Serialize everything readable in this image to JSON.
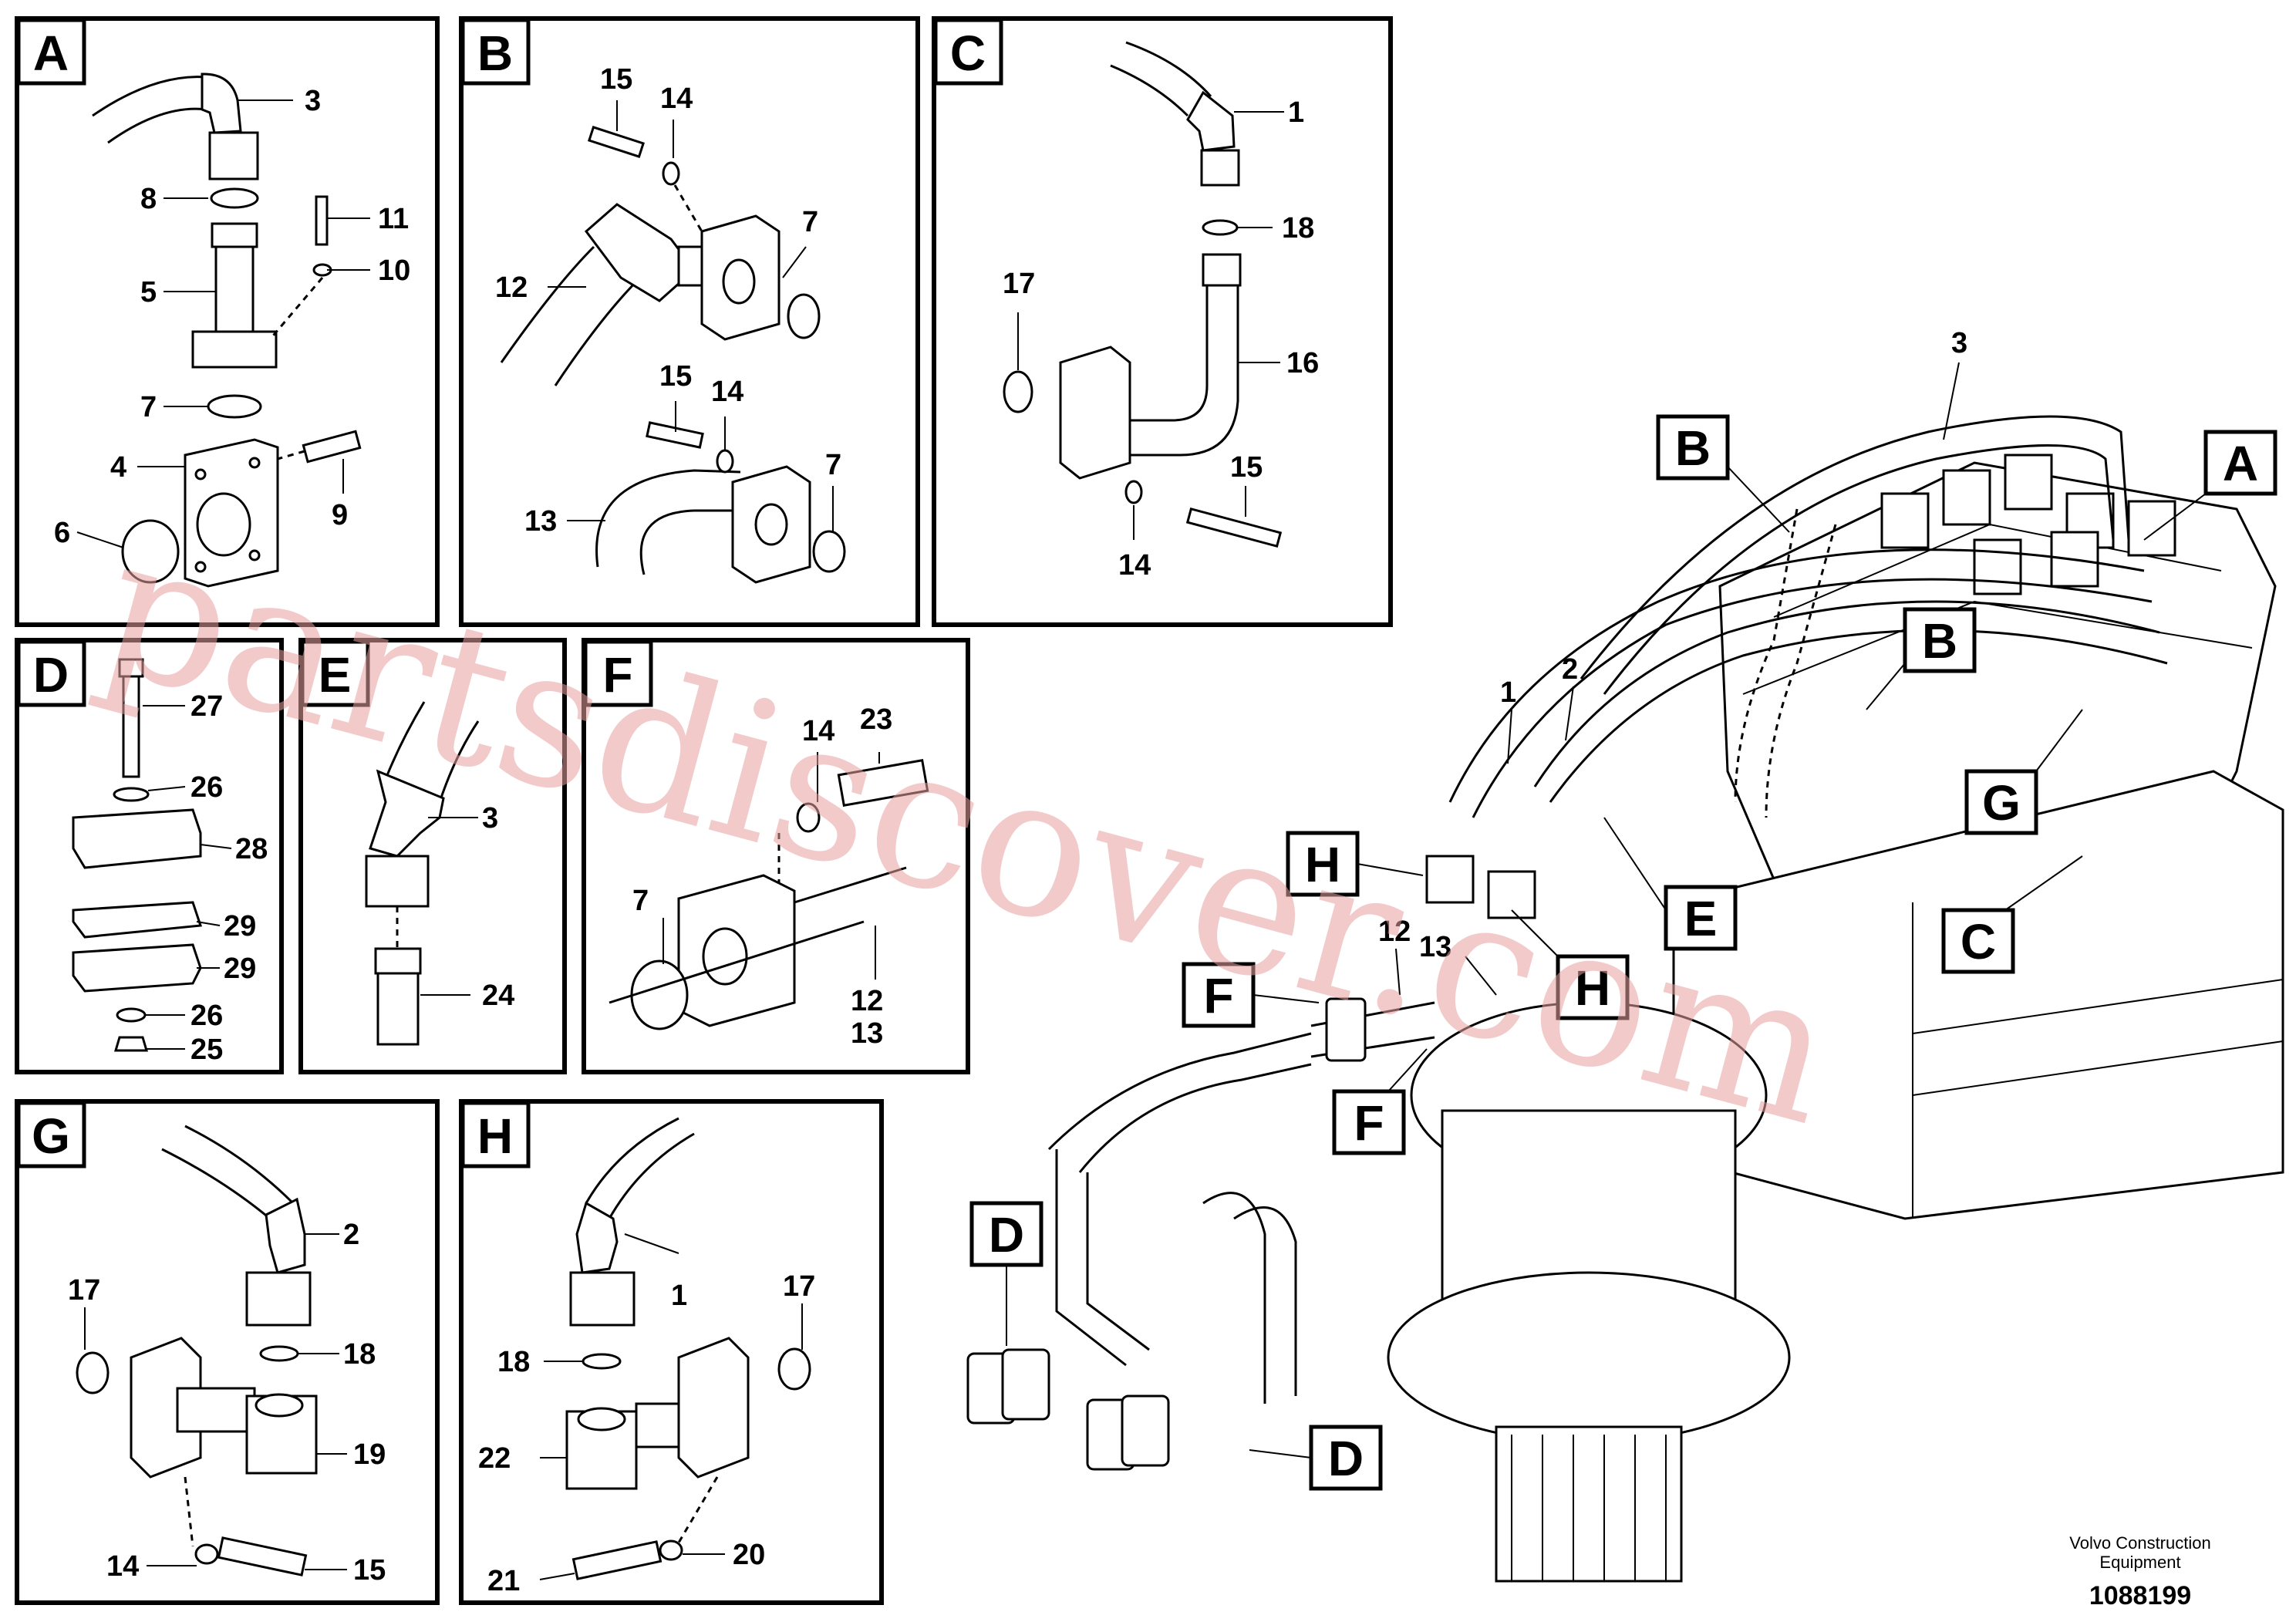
{
  "views": {
    "A": {
      "letter": "A",
      "parts": [
        "3",
        "8",
        "11",
        "10",
        "5",
        "7",
        "9",
        "4",
        "6"
      ]
    },
    "B": {
      "letter": "B",
      "parts": [
        "15",
        "14",
        "7",
        "12",
        "15",
        "14",
        "7",
        "13"
      ]
    },
    "C": {
      "letter": "C",
      "parts": [
        "1",
        "18",
        "17",
        "16",
        "15",
        "14"
      ]
    },
    "D": {
      "letter": "D",
      "parts": [
        "27",
        "26",
        "28",
        "29",
        "29",
        "26",
        "25"
      ]
    },
    "E": {
      "letter": "E",
      "parts": [
        "3",
        "24"
      ]
    },
    "F": {
      "letter": "F",
      "parts": [
        "14",
        "23",
        "7",
        "12",
        "13"
      ]
    },
    "G": {
      "letter": "G",
      "parts": [
        "2",
        "17",
        "18",
        "19",
        "14",
        "15"
      ]
    },
    "H": {
      "letter": "H",
      "parts": [
        "1",
        "18",
        "17",
        "22",
        "21",
        "20"
      ]
    }
  },
  "main": {
    "callouts": [
      "B",
      "A",
      "B",
      "G",
      "H",
      "E",
      "C",
      "H",
      "F",
      "F",
      "D",
      "D"
    ],
    "part_labels": [
      "3",
      "2",
      "1",
      "12",
      "13"
    ]
  },
  "watermark": "partsdiscover.com",
  "footer": {
    "line1": "Volvo Construction",
    "line2": "Equipment",
    "number": "1088199"
  },
  "colors": {
    "line": "#000000",
    "watermark": "#e8a0a0"
  }
}
